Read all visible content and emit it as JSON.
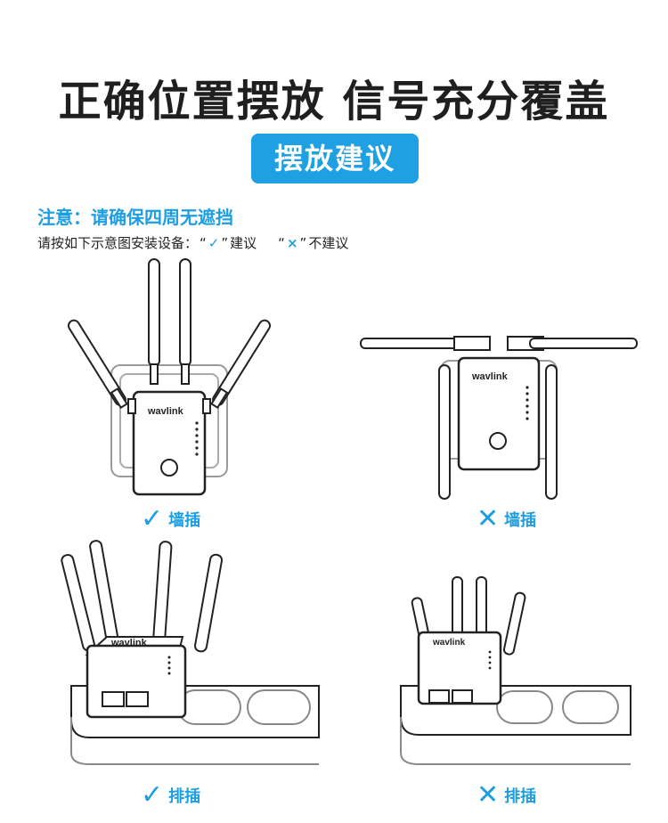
{
  "header": {
    "title": "正确位置摆放 信号充分覆盖",
    "badge": "摆放建议"
  },
  "notice": "注意：请确保四周无遮挡",
  "instruction": {
    "text": "请按如下示意图安装设备：",
    "recommend_symbol": "✓",
    "recommend_label": "建议",
    "not_recommend_symbol": "×",
    "not_recommend_label": "不建议",
    "open_quote": "“",
    "close_quote": "”"
  },
  "panels": [
    {
      "brand": "wavlink",
      "mark": "✓",
      "label": "墙插"
    },
    {
      "brand": "wavlink",
      "mark": "✕",
      "label": "墙插"
    },
    {
      "brand": "wavlink",
      "mark": "✓",
      "label": "排插"
    },
    {
      "brand": "wavlink",
      "mark": "✕",
      "label": "排插"
    }
  ],
  "colors": {
    "accent": "#1fa0e3",
    "text": "#1f1f1f"
  }
}
